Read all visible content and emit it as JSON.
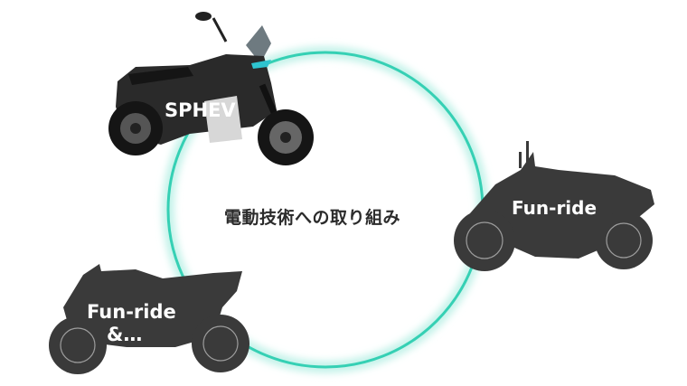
{
  "center": {
    "title": "電動技術への取り組み"
  },
  "nodes": [
    {
      "label": "SPHEV"
    },
    {
      "label": "Fun-ride"
    },
    {
      "label_line1": "Fun-ride",
      "label_line2": "&…"
    }
  ],
  "colors": {
    "ring": "#35d0b4",
    "ring_glow": "#c6f3ea",
    "silhouette": "#3a3a3a",
    "label": "#ffffff",
    "title": "#2b2b2b"
  }
}
